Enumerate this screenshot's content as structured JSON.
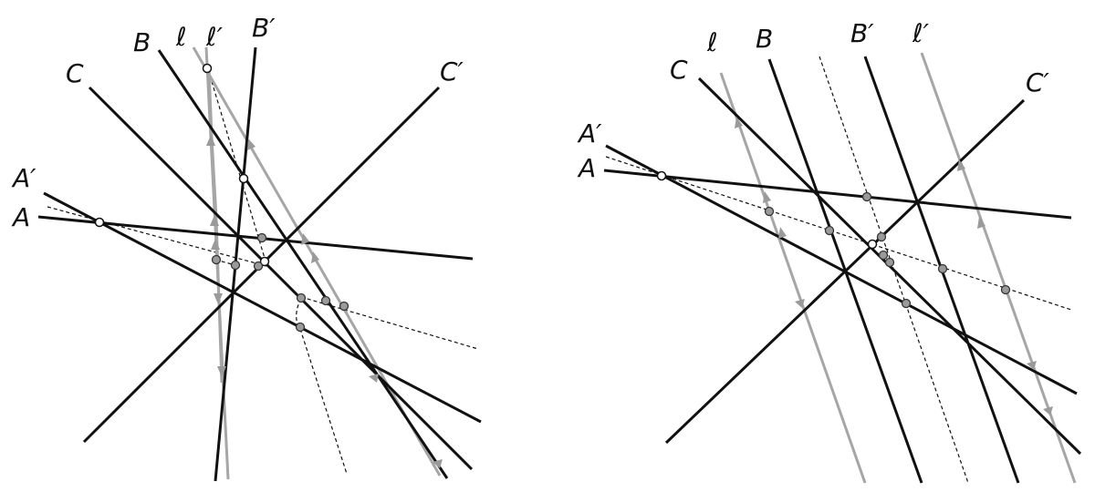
{
  "panels": [
    {
      "labels": {
        "ell": "ℓ",
        "ell_prime": "ℓ′",
        "b": "B",
        "b_prime": "B′",
        "c": "C",
        "c_prime": "C′",
        "a": "A",
        "a_prime": "A′"
      }
    },
    {
      "labels": {
        "ell": "ℓ",
        "ell_prime": "ℓ′",
        "b": "B",
        "b_prime": "B′",
        "c": "C",
        "c_prime": "C′",
        "a": "A",
        "a_prime": "A′"
      }
    }
  ],
  "colors": {
    "line": "#111111",
    "highlight_line": "#a6a6a6",
    "marked_point": "#9a9a9a",
    "open_point": "#ffffff"
  }
}
